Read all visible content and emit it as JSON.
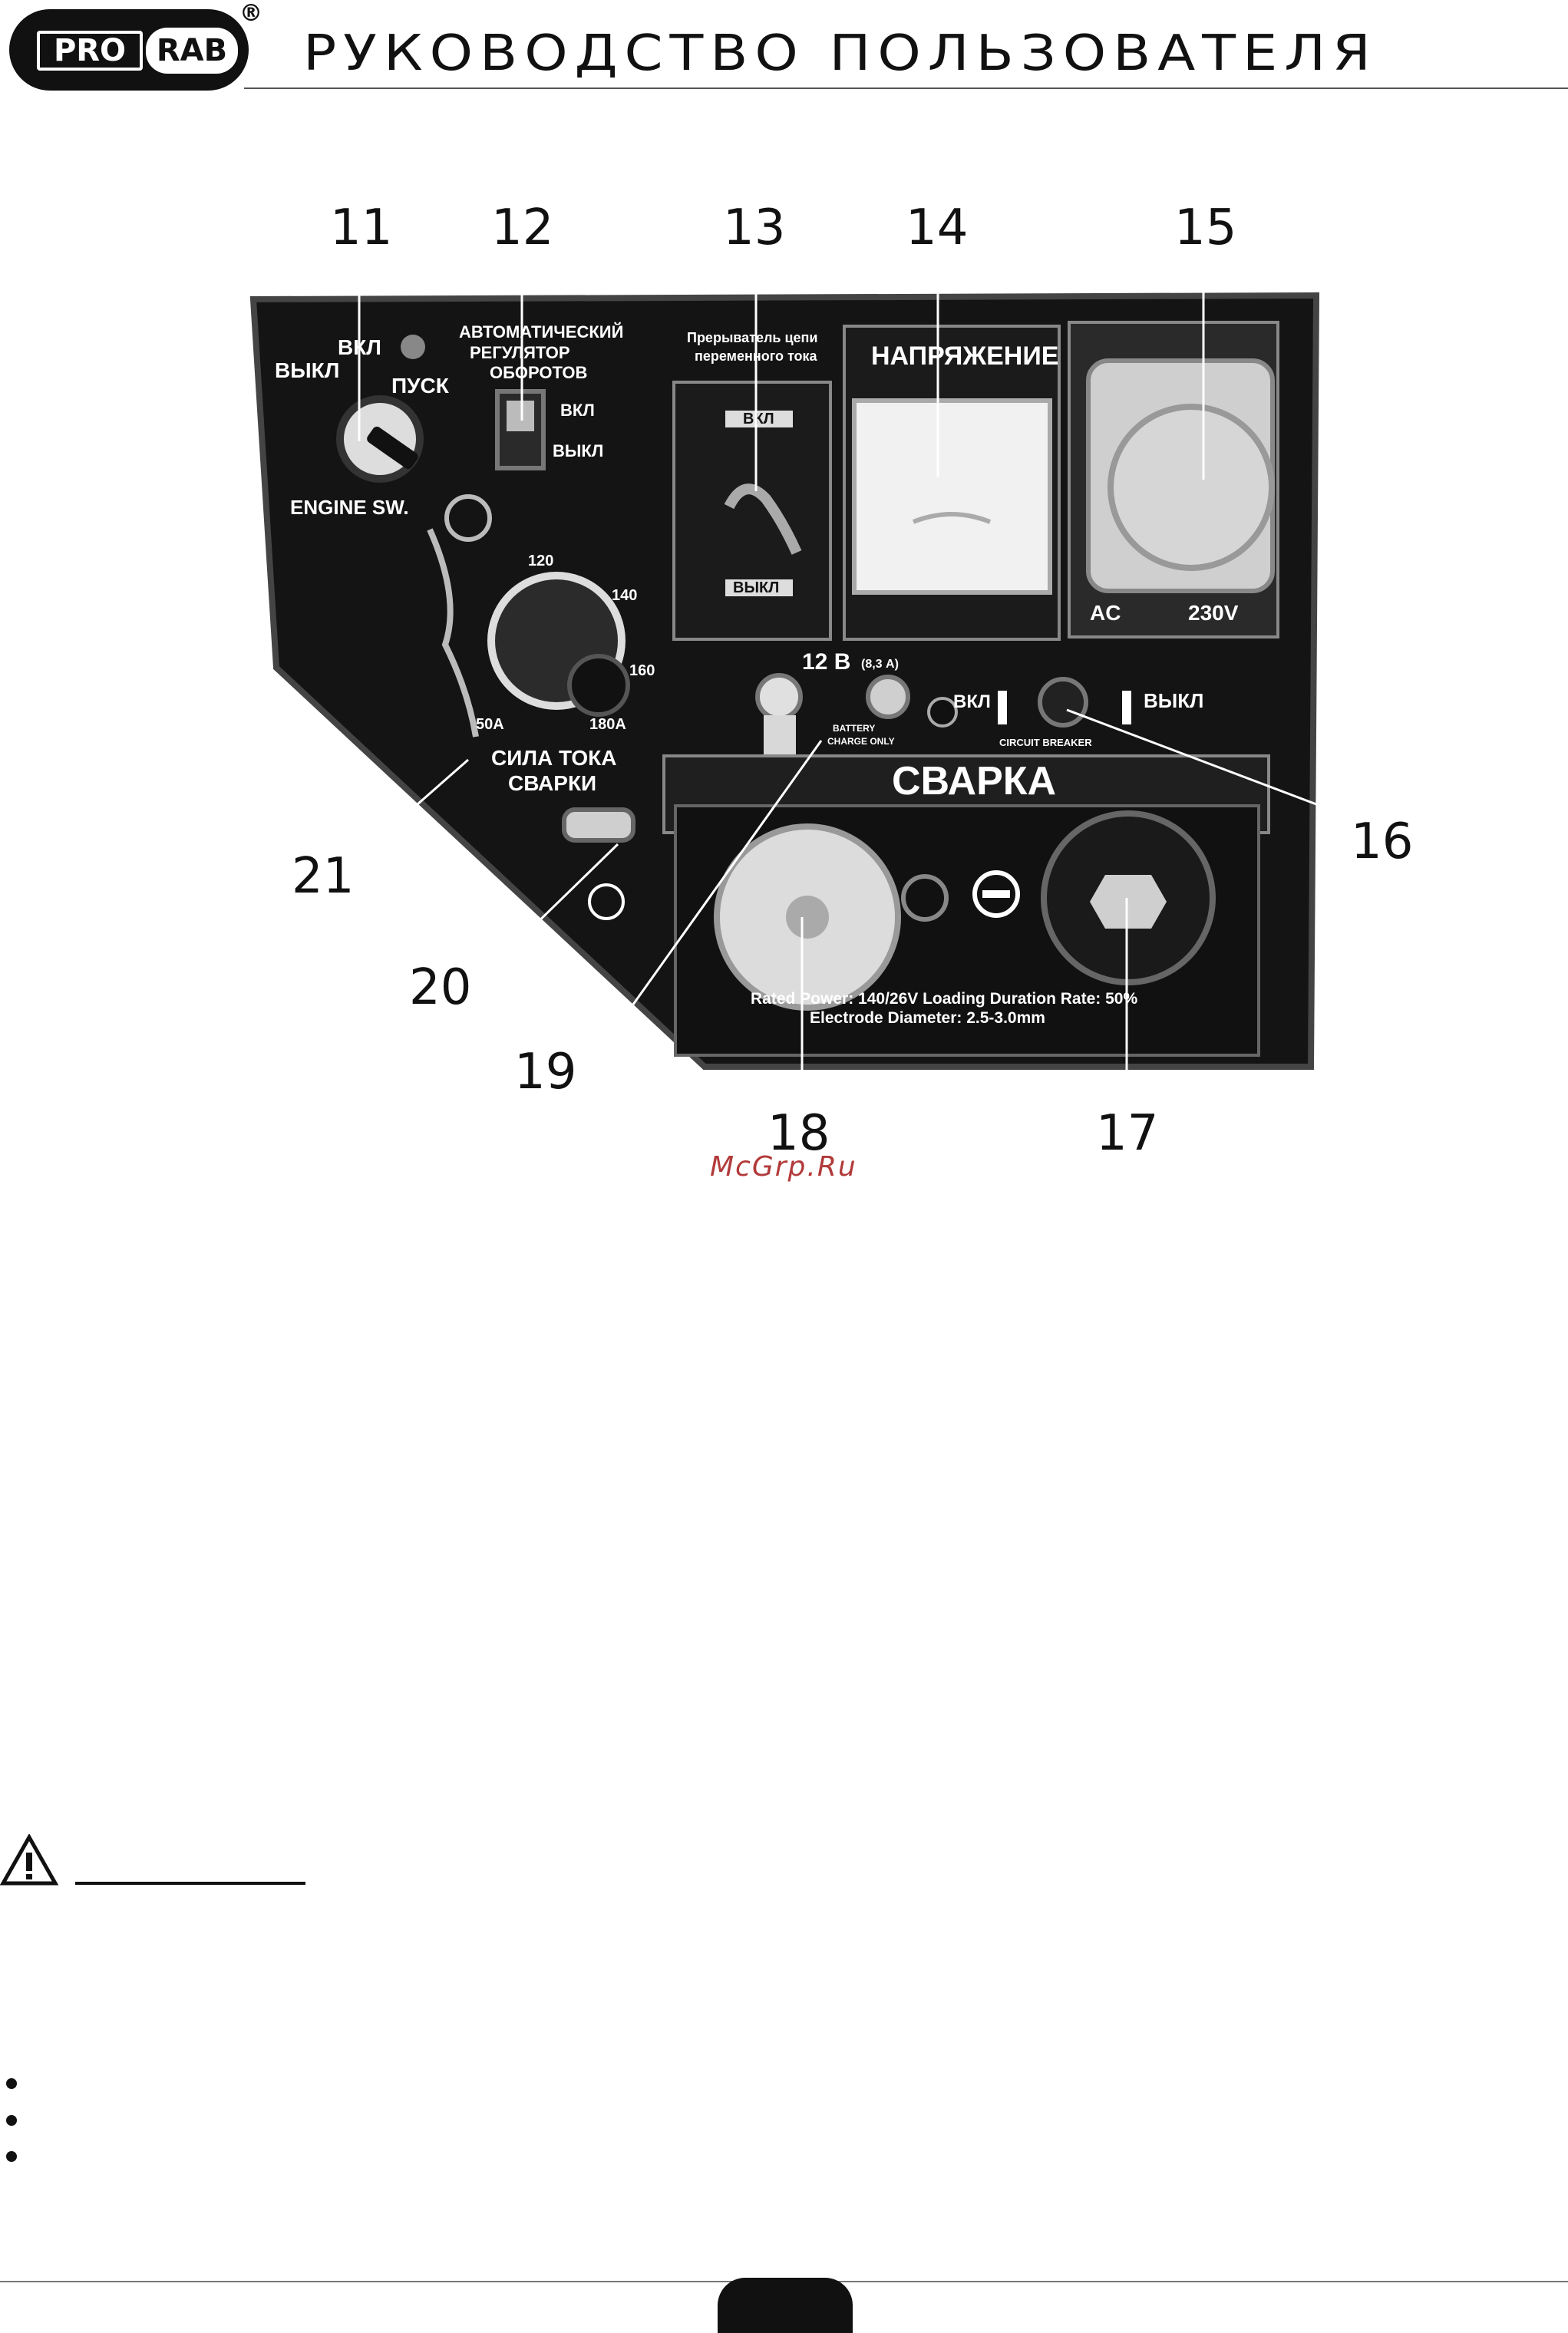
{
  "header": {
    "logo_pro": "PRO",
    "logo_rab": "RAB",
    "logo_reg": "®",
    "title": "РУКОВОДСТВО ПОЛЬЗОВАТЕЛЯ"
  },
  "figure": {
    "callouts": [
      "11",
      "12",
      "13",
      "14",
      "15",
      "16",
      "17",
      "18",
      "19",
      "20",
      "21"
    ],
    "panel_labels": {
      "off": "ВЫКЛ",
      "on": "ВКЛ",
      "start": "ПУСК",
      "engine_sw": "ENGINE SW.",
      "auto_regulator": [
        "АВТОМАТИЧЕСКИЙ",
        "РЕГУЛЯТОР",
        "ОБОРОТОВ"
      ],
      "regulator_on": "ВКЛ",
      "regulator_off": "ВЫКЛ",
      "ac_breaker": [
        "Прерыватель цепи",
        "переменного тока"
      ],
      "breaker_on": "ВКЛ",
      "breaker_off": "ВЫКЛ",
      "voltage": "НАПРЯЖЕНИЕ",
      "ac": "AC",
      "ac_volt": "230V",
      "dial_120": "120",
      "dial_140": "140",
      "dial_160": "160",
      "dial_50a": "50A",
      "dial_180a": "180A",
      "dc_12v": "12 В",
      "dc_amp": "(8,3 А)",
      "battery": "BATTERY",
      "charge_only": "CHARGE ONLY",
      "cb_on": "ВКЛ",
      "cb_off": "ВЫКЛ",
      "circuit_breaker": "CIRCUIT BREAKER",
      "weld_current": [
        "СИЛА ТОКА",
        "СВАРКИ"
      ],
      "welding": "СВАРКА",
      "rated_power": "Rated Power: 140/26V Loading Duration Rate: 50%",
      "electrode": "Electrode Diameter: 2.5-3.0mm"
    },
    "watermark": "McGrp.Ru"
  }
}
